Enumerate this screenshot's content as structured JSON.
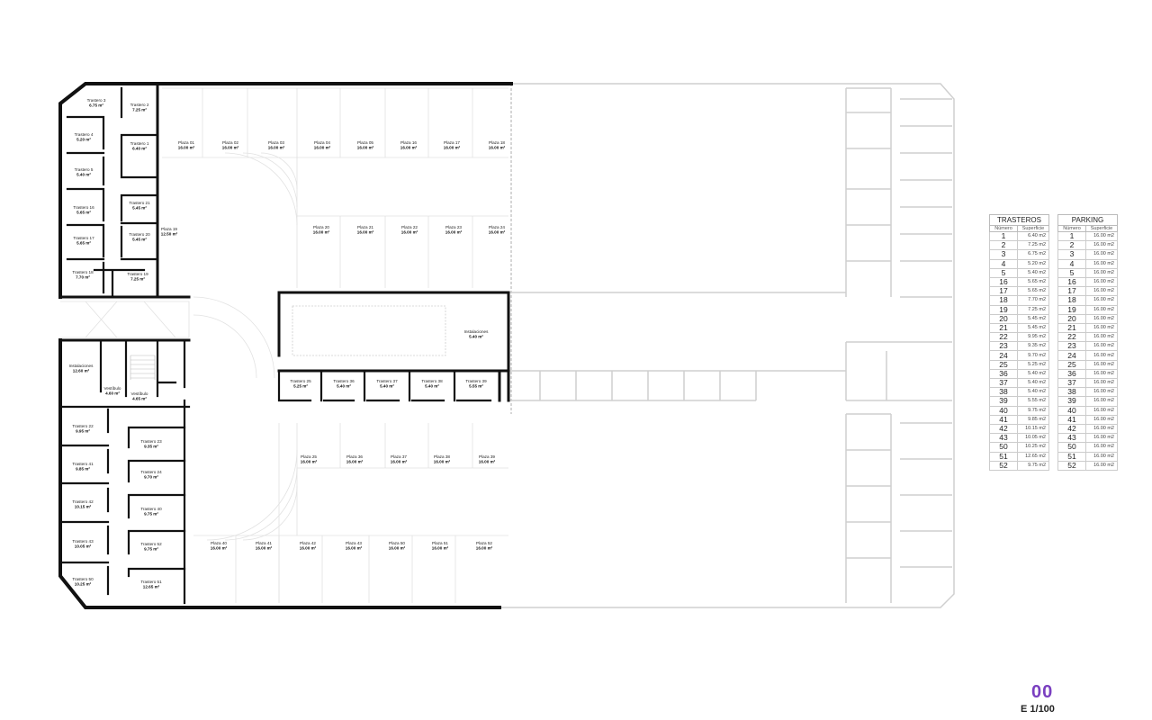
{
  "plan": {
    "storage_rooms": [
      {
        "label": "Trastero 3",
        "area": "6.75 m²"
      },
      {
        "label": "Trastero 2",
        "area": "7.25 m²"
      },
      {
        "label": "Trastero 4",
        "area": "5.20 m²"
      },
      {
        "label": "Trastero 1",
        "area": "6.40 m²"
      },
      {
        "label": "Trastero 5",
        "area": "5.40 m²"
      },
      {
        "label": "Trastero 16",
        "area": "5.65 m²"
      },
      {
        "label": "Trastero 21",
        "area": "5.45 m²"
      },
      {
        "label": "Trastero 17",
        "area": "5.65 m²"
      },
      {
        "label": "Trastero 20",
        "area": "5.45 m²"
      },
      {
        "label": "Trastero 18",
        "area": "7.70 m²"
      },
      {
        "label": "Trastero 19",
        "area": "7.25 m²"
      },
      {
        "label": "Trastero 25",
        "area": "5.25 m²"
      },
      {
        "label": "Trastero 36",
        "area": "5.40 m²"
      },
      {
        "label": "Trastero 37",
        "area": "5.40 m²"
      },
      {
        "label": "Trastero 38",
        "area": "5.40 m²"
      },
      {
        "label": "Trastero 39",
        "area": "5.55 m²"
      },
      {
        "label": "Trastero 22",
        "area": "9.95 m²"
      },
      {
        "label": "Trastero 23",
        "area": "9.35 m²"
      },
      {
        "label": "Trastero 41",
        "area": "9.85 m²"
      },
      {
        "label": "Trastero 24",
        "area": "9.70 m²"
      },
      {
        "label": "Trastero 42",
        "area": "10.15 m²"
      },
      {
        "label": "Trastero 40",
        "area": "9.75 m²"
      },
      {
        "label": "Trastero 43",
        "area": "10.05 m²"
      },
      {
        "label": "Trastero 52",
        "area": "9.75 m²"
      },
      {
        "label": "Trastero 50",
        "area": "10.25 m²"
      },
      {
        "label": "Trastero 51",
        "area": "12.65 m²"
      }
    ],
    "other_rooms": [
      {
        "label": "Instalaciones",
        "area": "5.40 m²"
      },
      {
        "label": "Instalaciones",
        "area": "12.60 m²"
      },
      {
        "label": "Vestíbulo",
        "area": "4.60 m²"
      },
      {
        "label": "Vestíbulo",
        "area": "4.65 m²"
      }
    ],
    "parking_spaces": [
      {
        "label": "Plaza 01",
        "area": "16.00 m²"
      },
      {
        "label": "Plaza 02",
        "area": "16.00 m²"
      },
      {
        "label": "Plaza 03",
        "area": "16.00 m²"
      },
      {
        "label": "Plaza 04",
        "area": "16.00 m²"
      },
      {
        "label": "Plaza 05",
        "area": "16.00 m²"
      },
      {
        "label": "Plaza 16",
        "area": "16.00 m²"
      },
      {
        "label": "Plaza 17",
        "area": "16.00 m²"
      },
      {
        "label": "Plaza 18",
        "area": "16.00 m²"
      },
      {
        "label": "Plaza 19",
        "area": "12.50 m²"
      },
      {
        "label": "Plaza 20",
        "area": "16.00 m²"
      },
      {
        "label": "Plaza 21",
        "area": "16.00 m²"
      },
      {
        "label": "Plaza 22",
        "area": "16.00 m²"
      },
      {
        "label": "Plaza 23",
        "area": "16.00 m²"
      },
      {
        "label": "Plaza 24",
        "area": "16.00 m²"
      },
      {
        "label": "Plaza 25",
        "area": "16.00 m²"
      },
      {
        "label": "Plaza 36",
        "area": "16.00 m²"
      },
      {
        "label": "Plaza 37",
        "area": "16.00 m²"
      },
      {
        "label": "Plaza 38",
        "area": "16.00 m²"
      },
      {
        "label": "Plaza 39",
        "area": "16.00 m²"
      },
      {
        "label": "Plaza 40",
        "area": "16.00 m²"
      },
      {
        "label": "Plaza 41",
        "area": "16.00 m²"
      },
      {
        "label": "Plaza 42",
        "area": "16.00 m²"
      },
      {
        "label": "Plaza 43",
        "area": "16.00 m²"
      },
      {
        "label": "Plaza 50",
        "area": "16.00 m²"
      },
      {
        "label": "Plaza 51",
        "area": "16.00 m²"
      },
      {
        "label": "Plaza 52",
        "area": "16.00 m²"
      }
    ]
  },
  "tables": {
    "trasteros": {
      "title": "TRASTEROS",
      "col_num": "Número",
      "col_area": "Superficie",
      "rows": [
        [
          "1",
          "6.40 m2"
        ],
        [
          "2",
          "7.25 m2"
        ],
        [
          "3",
          "6.75 m2"
        ],
        [
          "4",
          "5.20 m2"
        ],
        [
          "5",
          "5.40 m2"
        ],
        [
          "16",
          "5.65 m2"
        ],
        [
          "17",
          "5.65 m2"
        ],
        [
          "18",
          "7.70 m2"
        ],
        [
          "19",
          "7.25 m2"
        ],
        [
          "20",
          "5.45 m2"
        ],
        [
          "21",
          "5.45 m2"
        ],
        [
          "22",
          "9.95 m2"
        ],
        [
          "23",
          "9.35 m2"
        ],
        [
          "24",
          "9.70 m2"
        ],
        [
          "25",
          "5.25 m2"
        ],
        [
          "36",
          "5.40 m2"
        ],
        [
          "37",
          "5.40 m2"
        ],
        [
          "38",
          "5.40 m2"
        ],
        [
          "39",
          "5.55 m2"
        ],
        [
          "40",
          "9.75 m2"
        ],
        [
          "41",
          "9.85 m2"
        ],
        [
          "42",
          "10.15 m2"
        ],
        [
          "43",
          "10.05 m2"
        ],
        [
          "50",
          "10.25 m2"
        ],
        [
          "51",
          "12.65 m2"
        ],
        [
          "52",
          "9.75 m2"
        ]
      ]
    },
    "parking": {
      "title": "PARKING",
      "col_num": "Número",
      "col_area": "Superficie",
      "rows": [
        [
          "1",
          "16.00 m2"
        ],
        [
          "2",
          "16.00 m2"
        ],
        [
          "3",
          "16.00 m2"
        ],
        [
          "4",
          "16.00 m2"
        ],
        [
          "5",
          "16.00 m2"
        ],
        [
          "16",
          "16.00 m2"
        ],
        [
          "17",
          "16.00 m2"
        ],
        [
          "18",
          "16.00 m2"
        ],
        [
          "19",
          "16.00 m2"
        ],
        [
          "20",
          "16.00 m2"
        ],
        [
          "21",
          "16.00 m2"
        ],
        [
          "22",
          "16.00 m2"
        ],
        [
          "23",
          "16.00 m2"
        ],
        [
          "24",
          "16.00 m2"
        ],
        [
          "25",
          "16.00 m2"
        ],
        [
          "36",
          "16.00 m2"
        ],
        [
          "37",
          "16.00 m2"
        ],
        [
          "38",
          "16.00 m2"
        ],
        [
          "39",
          "16.00 m2"
        ],
        [
          "40",
          "16.00 m2"
        ],
        [
          "41",
          "16.00 m2"
        ],
        [
          "42",
          "16.00 m2"
        ],
        [
          "43",
          "16.00 m2"
        ],
        [
          "50",
          "16.00 m2"
        ],
        [
          "51",
          "16.00 m2"
        ],
        [
          "52",
          "16.00 m2"
        ]
      ]
    }
  },
  "footer": {
    "floor_number": "00",
    "scale": "E 1/100"
  },
  "colors": {
    "wall": "#111111",
    "ghost": "#c8c8c8",
    "accent": "#7a3fc0"
  }
}
